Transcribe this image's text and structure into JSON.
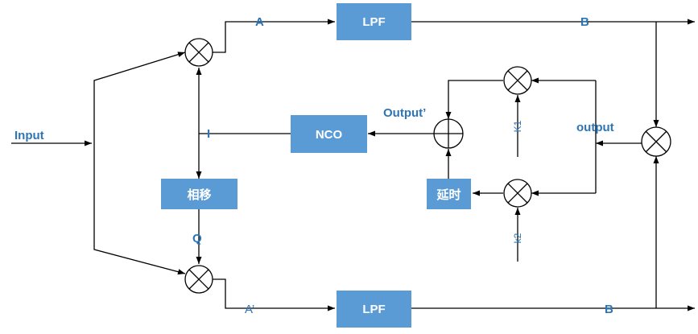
{
  "blocks": {
    "lpf_top": "LPF",
    "lpf_bottom": "LPF",
    "nco": "NCO",
    "phase_shift": "相移",
    "delay": "延时"
  },
  "signals": {
    "input": "Input",
    "a": "A",
    "b_top": "B",
    "a_prime": "A’",
    "b_bottom": "B",
    "i": "I",
    "q": "Q",
    "output_prime": "Output’",
    "output": "output",
    "k1": "K1",
    "k2": "k2"
  }
}
